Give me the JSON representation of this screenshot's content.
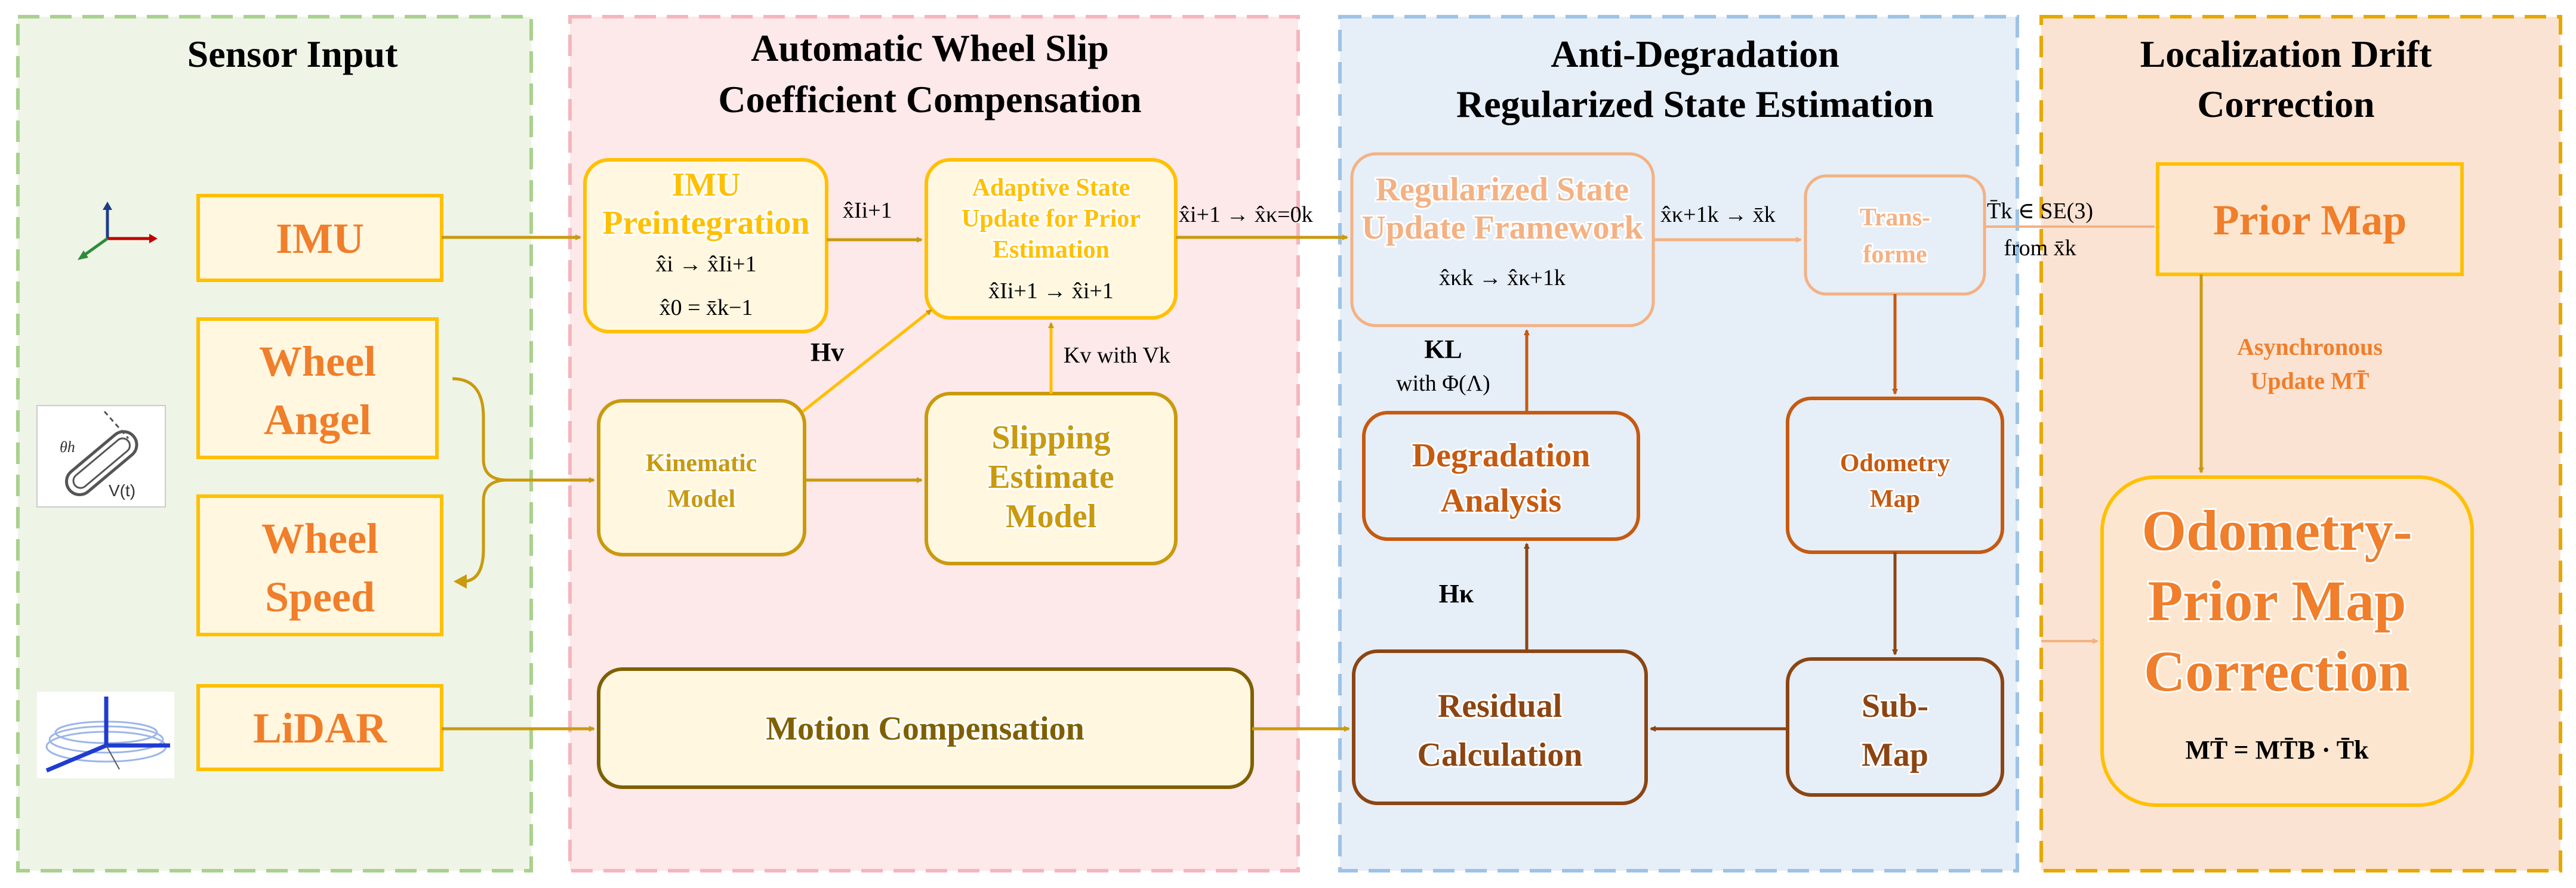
{
  "sections": {
    "sensor_input": "Sensor Input",
    "wheel_slip_l1": "Automatic Wheel Slip",
    "wheel_slip_l2": "Coefficient Compensation",
    "anti_deg_l1": "Anti-Degradation",
    "anti_deg_l2": "Regularized State Estimation",
    "drift_l1": "Localization Drift",
    "drift_l2": "Correction"
  },
  "sensors": {
    "imu": "IMU",
    "wheel_angel_l1": "Wheel",
    "wheel_angel_l2": "Angel",
    "wheel_speed_l1": "Wheel",
    "wheel_speed_l2": "Speed",
    "lidar": "LiDAR",
    "wheel_icon_theta": "θh",
    "wheel_icon_v": "V(t)"
  },
  "wheel_slip": {
    "preint_l1": "IMU",
    "preint_l2": "Preintegration",
    "preint_eq1": "x̂i → x̂Ii+1",
    "preint_eq2": "x̂0 = x̄k−1",
    "adaptive_l1": "Adaptive State",
    "adaptive_l2": "Update for Prior",
    "adaptive_l3": "Estimation",
    "adaptive_eq": "x̂Ii+1 → x̂i+1",
    "kinematic_l1": "Kinematic",
    "kinematic_l2": "Model",
    "slipping_l1": "Slipping",
    "slipping_l2": "Estimate",
    "slipping_l3": "Model",
    "motion_comp": "Motion Compensation",
    "lbl_xhat_I": "x̂Ii+1",
    "lbl_Hv": "Hv",
    "lbl_Kv": "Kv with Vk",
    "lbl_xhat_kappa0": "x̂i+1 → x̂κ=0k"
  },
  "anti_deg": {
    "reg_l1": "Regularized State",
    "reg_l2": "Update Framework",
    "reg_eq": "x̂κk → x̂κ+1k",
    "transforme_l1": "Trans-",
    "transforme_l2": "forme",
    "degradation_l1": "Degradation",
    "degradation_l2": "Analysis",
    "odom_map_l1": "Odometry",
    "odom_map_l2": "Map",
    "residual_l1": "Residual",
    "residual_l2": "Calculation",
    "submap_l1": "Sub-",
    "submap_l2": "Map",
    "lbl_xk": "x̂κ+1k → x̄k",
    "lbl_KL_1": "KL",
    "lbl_KL_2": "with Φ(Λ)",
    "lbl_Hkappa": "Hκ"
  },
  "drift": {
    "prior_map": "Prior Map",
    "lbl_T_1": "T̄k ∈ SE(3)",
    "lbl_T_2": "from x̄k",
    "async_l1": "Asynchronous",
    "async_l2": "Update MT̄",
    "correction_l1": "Odometry-",
    "correction_l2": "Prior Map",
    "correction_l3": "Correction",
    "correction_eq": "MT̄ = MT̄B · T̄k"
  },
  "colors": {
    "green_bg": "#eef4e6",
    "green_border": "#a9d18e",
    "pink_bg": "#fde8ea",
    "pink_border": "#f4b6bd",
    "blue_bg": "#e6eef7",
    "blue_border": "#9dc3e6",
    "peach_bg": "#fbe3d3",
    "peach_border": "#e6a800",
    "sensor_orange": "#f07e2a",
    "box_yellow": "#ffc000",
    "gold_arrow": "#c99a0e",
    "brown": "#8b4513",
    "olive_text": "#7f6000"
  }
}
